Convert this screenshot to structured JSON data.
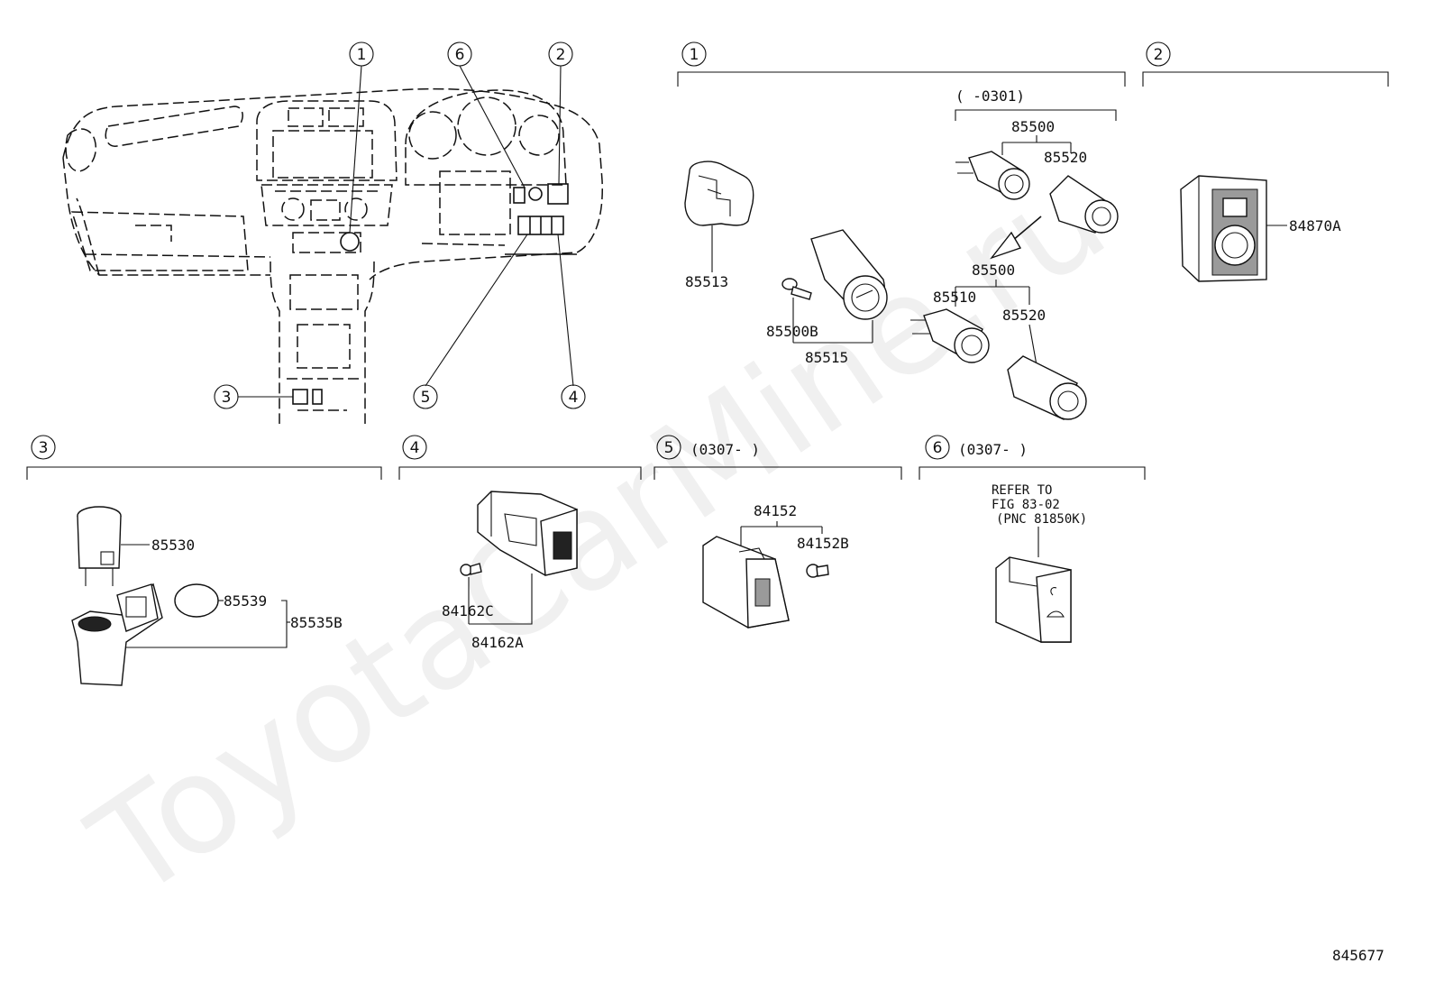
{
  "watermark": "ToyotaCarMine.ru",
  "figure_id": "845677",
  "overview_callouts": [
    "1",
    "6",
    "2",
    "3",
    "5",
    "4"
  ],
  "groups": {
    "g1": {
      "num": "1",
      "range": "(      -0301)"
    },
    "g2": {
      "num": "2"
    },
    "g3": {
      "num": "3"
    },
    "g4": {
      "num": "4"
    },
    "g5": {
      "num": "5",
      "range": "(0307-     )"
    },
    "g6": {
      "num": "6",
      "range": "(0307-     )"
    }
  },
  "parts": {
    "p85513": "85513",
    "p85500a": "85500",
    "p85520a": "85520",
    "p85500b": "85500",
    "p85510": "85510",
    "p85520b": "85520",
    "p85500B": "85500B",
    "p85515": "85515",
    "p84870A": "84870A",
    "p85530": "85530",
    "p85539": "85539",
    "p85535B": "85535B",
    "p84162C": "84162C",
    "p84162A": "84162A",
    "p84152": "84152",
    "p84152B": "84152B"
  },
  "refer": {
    "line1": "REFER TO",
    "line2": "FIG 83-02",
    "line3": "(PNC 81850K)"
  }
}
